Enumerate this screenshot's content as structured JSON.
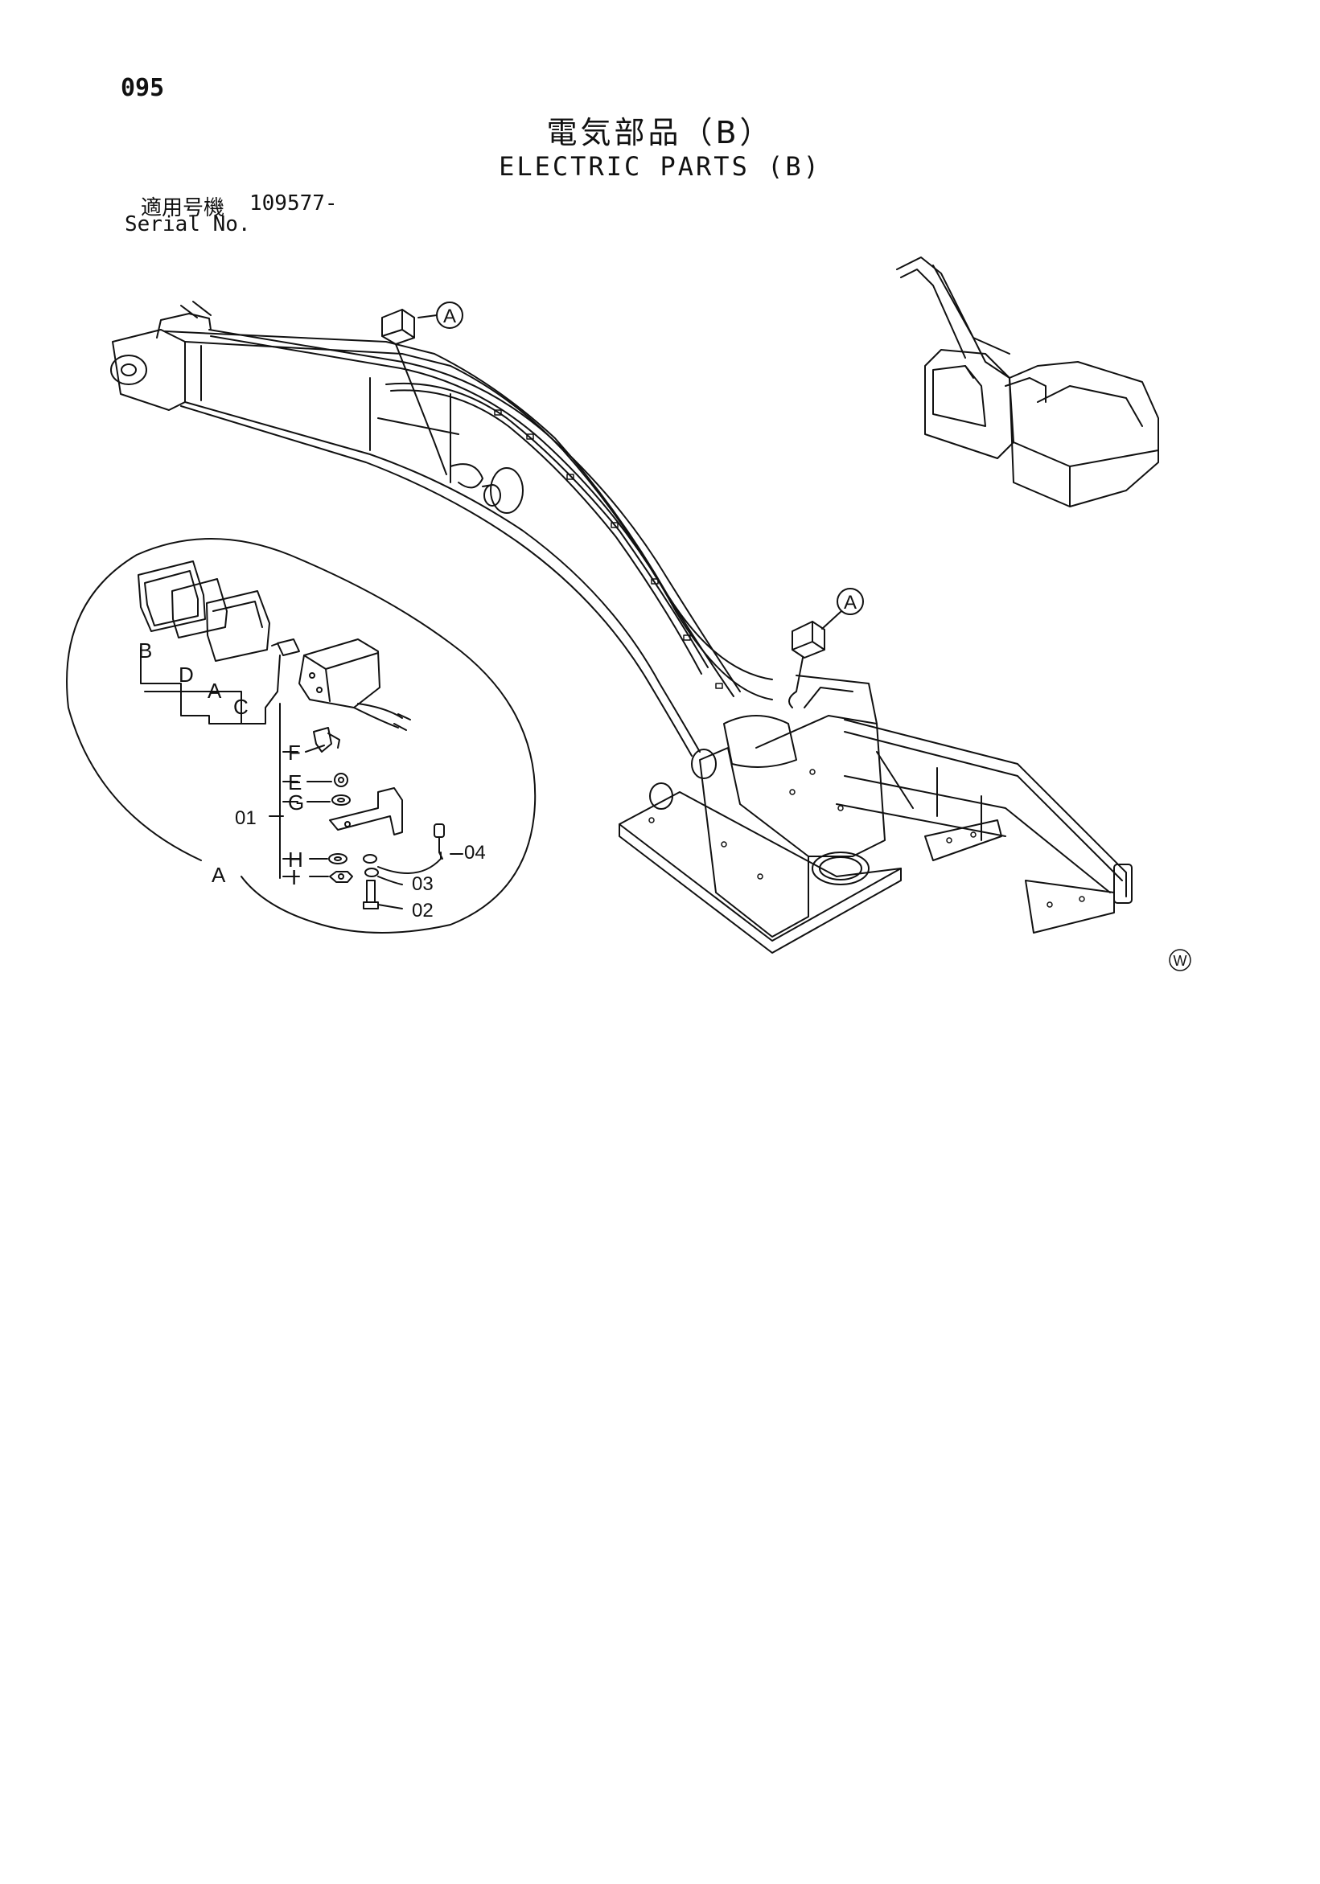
{
  "header": {
    "page_number": "095",
    "title_jp": "電気部品（B）",
    "title_en": "ELECTRIC PARTS (B)",
    "serial_label_jp": "適用号機",
    "serial_value": "109577-",
    "serial_label_en": "Serial No."
  },
  "callouts": {
    "boom_marker": "A",
    "frame_marker": "A",
    "detail_view": "A"
  },
  "detail_labels": {
    "B": "B",
    "D": "D",
    "A": "A",
    "C": "C",
    "F": "F",
    "E": "E",
    "G": "G",
    "H": "H",
    "I": "I"
  },
  "part_numbers": [
    "01",
    "02",
    "03",
    "04"
  ],
  "watermark": "W"
}
